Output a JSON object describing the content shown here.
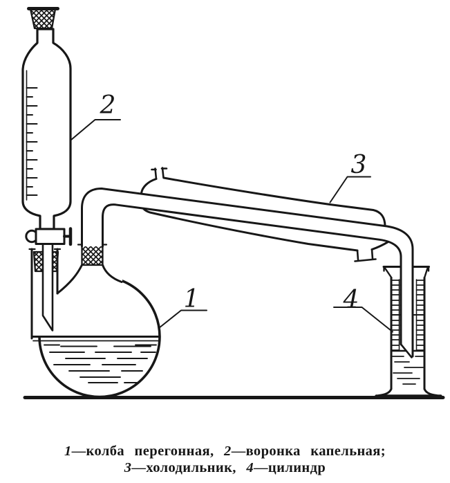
{
  "figure": {
    "type": "laboratory-distillation-apparatus",
    "part_labels": {
      "flask": "1",
      "funnel": "2",
      "condenser": "3",
      "cylinder": "4"
    },
    "caption": {
      "line1": [
        {
          "text": "1",
          "italic": true
        },
        {
          "text": "—колба перегонная, ",
          "italic": false
        },
        {
          "text": "2",
          "italic": true
        },
        {
          "text": "—воронка капельная;",
          "italic": false
        }
      ],
      "line2": [
        {
          "text": "3",
          "italic": true
        },
        {
          "text": "—холодильник, ",
          "italic": false
        },
        {
          "text": "4",
          "italic": true
        },
        {
          "text": "—цилиндр",
          "italic": false
        }
      ]
    },
    "colors": {
      "ink": "#171717",
      "paper": "#ffffff"
    }
  }
}
